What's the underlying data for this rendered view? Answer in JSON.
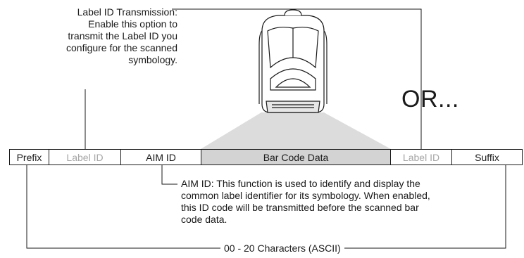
{
  "label_id_description": "Label ID Transmission:\nEnable this option to\ntransmit the Label ID you\nconfigure for the scanned\nsymbology.",
  "or_text": "OR...",
  "fields": [
    {
      "label": "Prefix",
      "style": "normal"
    },
    {
      "label": "Label ID",
      "style": "muted"
    },
    {
      "label": "AIM ID",
      "style": "normal"
    },
    {
      "label": "Bar Code Data",
      "style": "shaded"
    },
    {
      "label": "Label ID",
      "style": "muted"
    },
    {
      "label": "Suffix",
      "style": "normal"
    }
  ],
  "aim_id_description": "AIM ID: This function is used to identify and display the\ncommon label identifier for its symbology. When enabled,\nthis ID code will be transmitted before the scanned bar\ncode data.",
  "range_label": "00 - 20 Characters (ASCII)",
  "icons": {
    "device": "barcode-scanner-icon"
  },
  "colors": {
    "line": "#1a1a1a",
    "muted_text": "#a6a6a6",
    "shaded_cell": "#d3d3d3",
    "scan_beam": "#dcdcdc"
  }
}
